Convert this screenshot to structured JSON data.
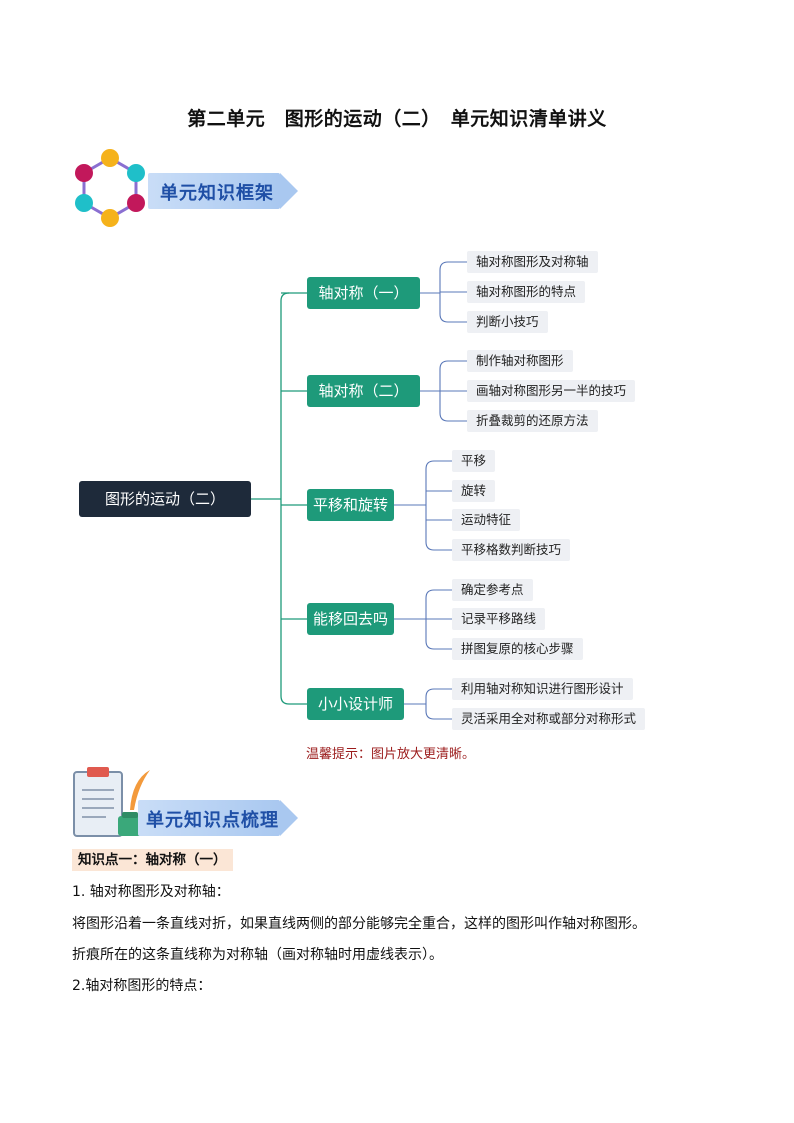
{
  "header": {
    "title": "第二单元　图形的运动（二）　单元知识清单讲义"
  },
  "section1": {
    "label": "单元知识框架"
  },
  "mindmap": {
    "root": "图形的运动（二）",
    "branches": [
      {
        "label": "轴对称（一）",
        "items": [
          "轴对称图形及对称轴",
          "轴对称图形的特点",
          "判断小技巧"
        ]
      },
      {
        "label": "轴对称（二）",
        "items": [
          "制作轴对称图形",
          "画轴对称图形另一半的技巧",
          "折叠裁剪的还原方法"
        ]
      },
      {
        "label": "平移和旋转",
        "items": [
          "平移",
          "旋转",
          "运动特征",
          "平移格数判断技巧"
        ]
      },
      {
        "label": "能移回去吗",
        "items": [
          "确定参考点",
          "记录平移路线",
          "拼图复原的核心步骤"
        ]
      },
      {
        "label": "小小设计师",
        "items": [
          "利用轴对称知识进行图形设计",
          "灵活采用全对称或部分对称形式"
        ]
      }
    ],
    "note": "温馨提示：图片放大更清晰。"
  },
  "section2": {
    "label": "单元知识点梳理"
  },
  "content": {
    "kp1_title": "知识点一：轴对称（一）",
    "item1_heading": "1. 轴对称图形及对称轴：",
    "item1_line1": "将图形沿着一条直线对折，如果直线两侧的部分能够完全重合，这样的图形叫作轴对称图形。",
    "item1_line2": "折痕所在的这条直线称为对称轴（画对称轴时用虚线表示）。",
    "item2_heading": "2.轴对称图形的特点："
  },
  "colors": {
    "node_green": "#1e9a7a",
    "root_dark": "#1e2a3a",
    "banner_blue": "#a9c8f0",
    "note_red": "#9b1b1b"
  }
}
